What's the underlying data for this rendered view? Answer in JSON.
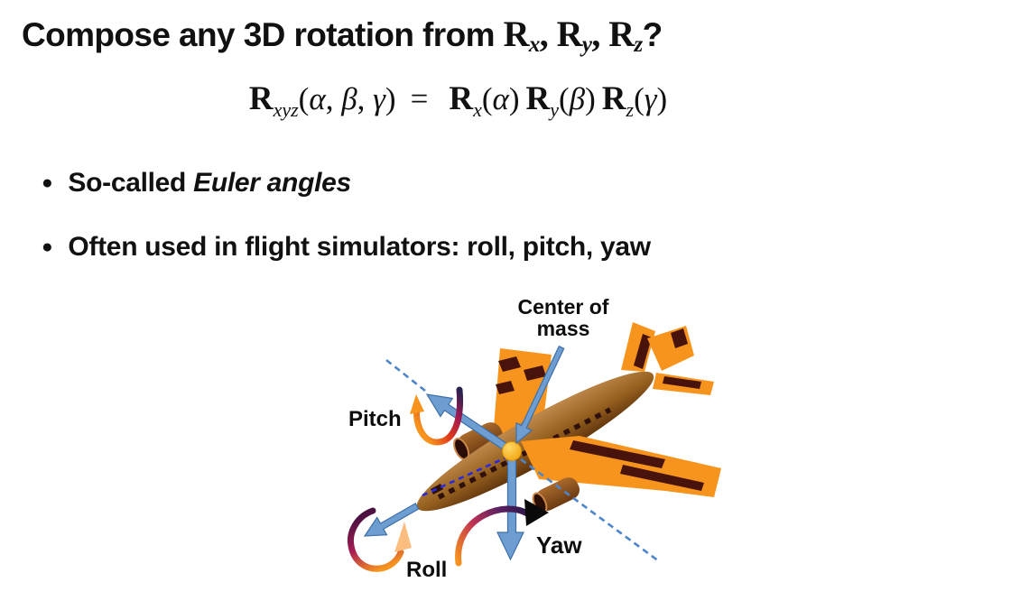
{
  "slide": {
    "title": {
      "prefix": "Compose any 3D rotation from ",
      "terms": [
        {
          "base": "R",
          "sub": "x"
        },
        {
          "base": "R",
          "sub": "y"
        },
        {
          "base": "R",
          "sub": "z"
        }
      ],
      "separator": ", ",
      "suffix": "?"
    },
    "equation": {
      "lhs": {
        "R": "R",
        "sub": "xyz",
        "open": "(",
        "alpha": "α",
        "comma1": ", ",
        "beta": "β",
        "comma2": ", ",
        "gamma": "γ",
        "close": ")"
      },
      "equals": "=",
      "rhs": [
        {
          "R": "R",
          "sub": "x",
          "open": "(",
          "arg": "α",
          "close": ")"
        },
        {
          "R": "R",
          "sub": "y",
          "open": "(",
          "arg": "β",
          "close": ")"
        },
        {
          "R": "R",
          "sub": "z",
          "open": "(",
          "arg": "γ",
          "close": ")"
        }
      ]
    },
    "bullets": [
      {
        "marker": "●",
        "runs": [
          {
            "text": "So-called "
          },
          {
            "text": "Euler angles",
            "italic": true
          }
        ]
      },
      {
        "marker": "●",
        "runs": [
          {
            "text": "Often used in flight simulators: roll, pitch, yaw"
          }
        ]
      }
    ],
    "diagram": {
      "labels": {
        "center_of_mass_line1": "Center of",
        "center_of_mass_line2": "mass",
        "pitch": "Pitch",
        "roll": "Roll",
        "yaw": "Yaw"
      },
      "colors": {
        "airplane_orange": "#F7941D",
        "airplane_dark_detail": "#47130B",
        "fuselage_brown": "#96601F",
        "axis_arrow_blue": "#6D9DD1",
        "axis_arrow_edge": "#3E6FA8",
        "axis_dashed_blue": "#4E86C9",
        "roll_axis_dashed_blue": "#2A2ADF",
        "center_mass_dot_gold": "#F9B013",
        "rotation_gradient_navy": "#23234E",
        "rotation_gradient_magenta": "#A81E55",
        "rotation_gradient_orange": "#F7941D",
        "text_black": "#111111"
      }
    }
  }
}
